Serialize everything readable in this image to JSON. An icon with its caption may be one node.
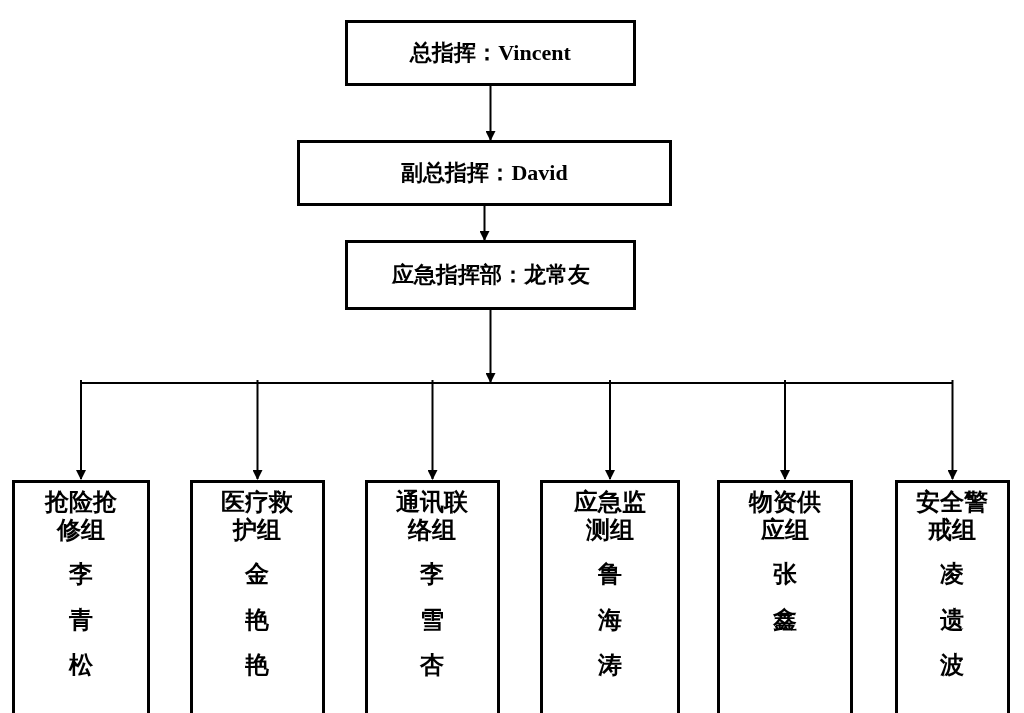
{
  "diagram": {
    "nodes": [
      {
        "text": [
          "总指挥：Vincent"
        ]
      },
      {
        "text": [
          "副总指挥：David"
        ]
      },
      {
        "text": [
          "应急指挥部：龙常友"
        ]
      },
      {
        "text": [
          "抢险抢修组",
          "李青松"
        ]
      },
      {
        "text": [
          "医疗救护组",
          "金艳艳"
        ]
      },
      {
        "text": [
          "通讯联络组",
          "李雪杏"
        ]
      },
      {
        "text": [
          "应急监测组",
          "鲁海涛"
        ]
      },
      {
        "text": [
          "物资供应组",
          "张鑫"
        ]
      },
      {
        "text": [
          "安全警戒组",
          "凌遗波"
        ]
      }
    ],
    "edges": [
      {
        "from": 0,
        "to": 1,
        "arrow": "to"
      },
      {
        "from": 1,
        "to": 2,
        "arrow": "to"
      },
      {
        "from": 2,
        "to": 3,
        "arrow": "to"
      },
      {
        "from": 2,
        "to": 4,
        "arrow": "to"
      },
      {
        "from": 2,
        "to": 5,
        "arrow": "to"
      },
      {
        "from": 2,
        "to": 6,
        "arrow": "to"
      },
      {
        "from": 2,
        "to": 7,
        "arrow": "to"
      },
      {
        "from": 2,
        "to": 8,
        "arrow": "to"
      }
    ]
  }
}
